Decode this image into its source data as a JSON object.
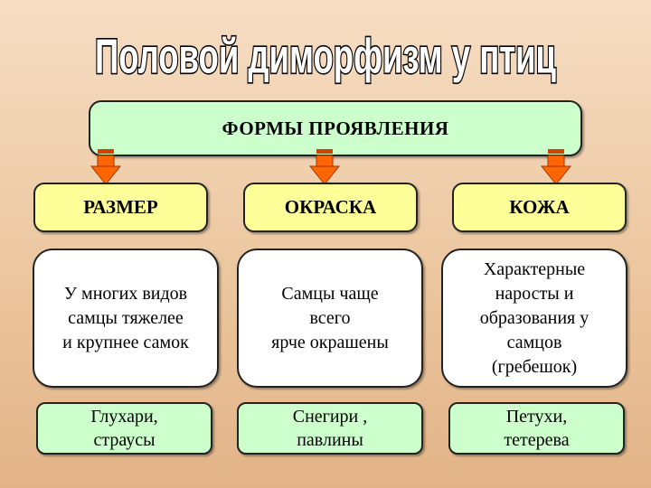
{
  "title": "Половой диморфизм у птиц",
  "main_box": "ФОРМЫ ПРОЯВЛЕНИЯ",
  "categories": [
    {
      "label": "РАЗМЕР",
      "description": "У многих видов\nсамцы тяжелее\nи крупнее самок",
      "examples": "Глухари,\nстраусы"
    },
    {
      "label": "ОКРАСКА",
      "description": "Самцы чаще\nвсего\nярче окрашены",
      "examples": "Снегири ,\nпавлины"
    },
    {
      "label": "КОЖА",
      "description": "Характерные\nнаросты и\nобразования у\nсамцов\n(гребешок)",
      "examples": "Петухи,\nтетерева"
    }
  ],
  "colors": {
    "background": "#f2d3b2",
    "main_fill": "#ccffcc",
    "category_fill": "#ffff99",
    "description_fill": "#ffffff",
    "example_fill": "#ccffcc",
    "arrow": "#ff6600"
  }
}
